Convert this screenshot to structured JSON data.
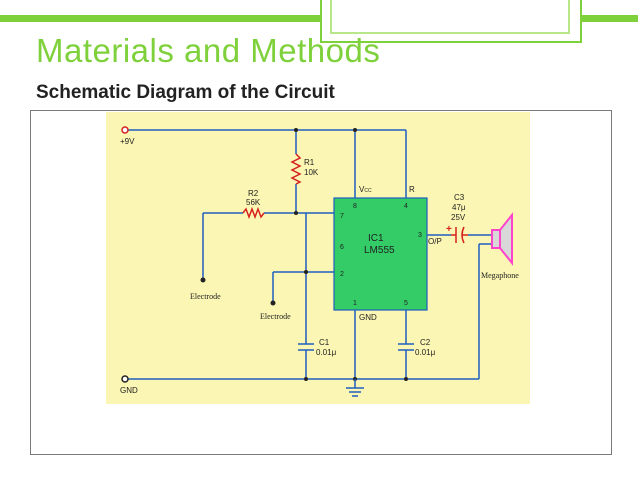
{
  "slide": {
    "title": "Materials and Methods",
    "subtitle": "Schematic Diagram of the Circuit"
  },
  "schematic": {
    "power_label": "+9V",
    "ground_label": "GND",
    "r1": {
      "name": "R1",
      "value": "10K"
    },
    "r2": {
      "name": "R2",
      "value": "56K"
    },
    "c1": {
      "name": "C1",
      "value": "0.01μ"
    },
    "c2": {
      "name": "C2",
      "value": "0.01μ"
    },
    "c3": {
      "name": "C3",
      "value": "47μ",
      "voltage": "25V",
      "polarity": "+"
    },
    "ic": {
      "name": "IC1",
      "part": "LM555",
      "vcc_label": "V",
      "vcc_sub": "CC",
      "reset_label": "R",
      "gnd_label": "GND",
      "output_label": "O/P",
      "pins": {
        "p8": "8",
        "p4": "4",
        "p7": "7",
        "p3": "3",
        "p6": "6",
        "p2": "2",
        "p1": "1",
        "p5": "5"
      }
    },
    "electrode_left": "Electrode",
    "electrode_right": "Electrode",
    "speaker_label": "Megaphone",
    "colors": {
      "wire": "#1f5fbf",
      "background": "#fbf6b3",
      "ic_fill": "#33cc66",
      "resistor": "#d62020",
      "speaker": "#ff44cc",
      "node": "#222222"
    }
  }
}
